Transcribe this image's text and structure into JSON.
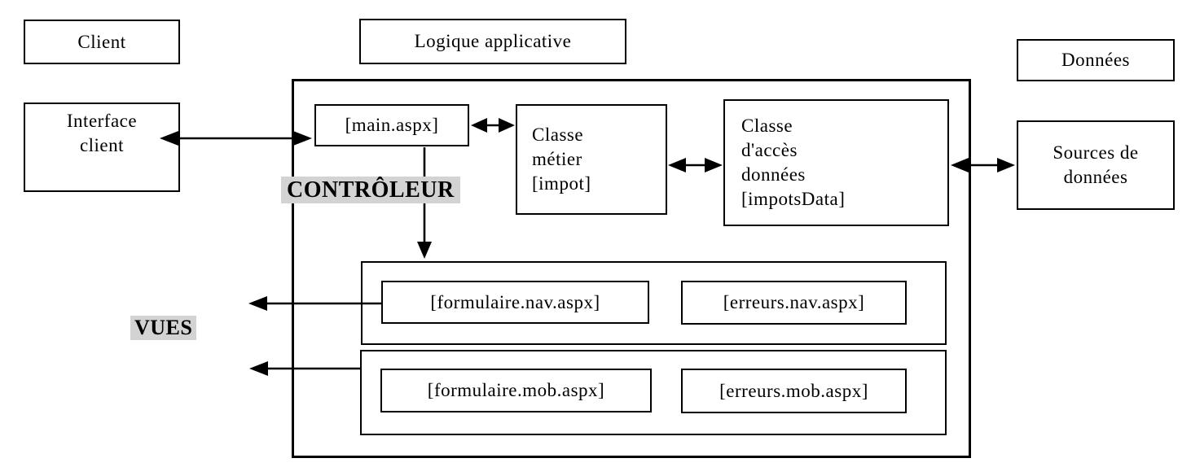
{
  "diagram": {
    "title_boxes": {
      "client": "Client",
      "logic": "Logique applicative",
      "data": "Données"
    },
    "nodes": {
      "interface_client": "Interface\nclient",
      "main_aspx": "[main.aspx]",
      "classe_metier": "Classe\nmétier\n[impot]",
      "classe_acces_donnees": "Classe\nd'accès\ndonnées\n[impotsData]",
      "sources_donnees": "Sources de\ndonnées",
      "formulaire_nav": "[formulaire.nav.aspx]",
      "erreurs_nav": "[erreurs.nav.aspx]",
      "formulaire_mob": "[formulaire.mob.aspx]",
      "erreurs_mob": "[erreurs.mob.aspx]"
    },
    "role_labels": {
      "controller": "CONTRÔLEUR",
      "views": "VUES"
    },
    "colors": {
      "line": "#000000",
      "background": "#ffffff",
      "role_label_bg": "#d3d3d3"
    },
    "connections": [
      {
        "from": "Interface client",
        "to": "[main.aspx]",
        "style": "double-arrow"
      },
      {
        "from": "[main.aspx]",
        "to": "Classe métier [impot]",
        "style": "double-arrow"
      },
      {
        "from": "Classe métier [impot]",
        "to": "Classe d'accès données [impotsData]",
        "style": "double-arrow"
      },
      {
        "from": "Classe d'accès données [impotsData]",
        "to": "Sources de données",
        "style": "double-arrow"
      },
      {
        "from": "[main.aspx]",
        "to": "vues-nav-container",
        "style": "arrow-down"
      },
      {
        "from": "vues-nav-container",
        "to": "client-side",
        "style": "arrow-left"
      },
      {
        "from": "vues-mob-container",
        "to": "client-side",
        "style": "arrow-left"
      }
    ]
  }
}
